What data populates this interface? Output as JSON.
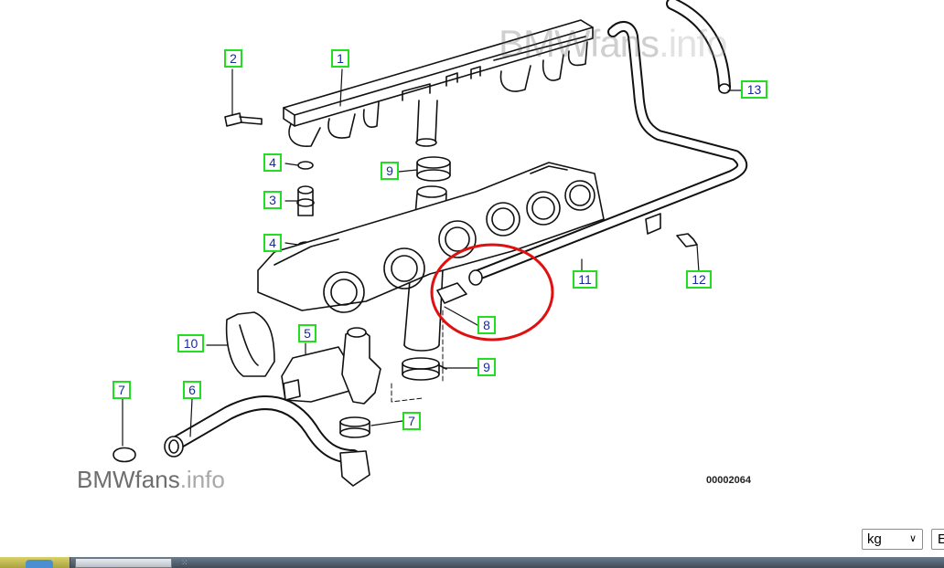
{
  "watermark": {
    "brand": "BMW",
    "middle": "fans",
    "suffix": ".info"
  },
  "diagram_number": "00002064",
  "callouts": [
    "1",
    "2",
    "3",
    "4",
    "4",
    "5",
    "6",
    "7",
    "7",
    "8",
    "9",
    "9",
    "10",
    "11",
    "12",
    "13"
  ],
  "unit_select": {
    "value": "kg"
  },
  "next_select": {
    "value": "E"
  },
  "colors": {
    "callout_border": "#22dd22",
    "callout_text": "#1a2a9a",
    "highlight_ring": "#e01010",
    "line": "#111111"
  }
}
